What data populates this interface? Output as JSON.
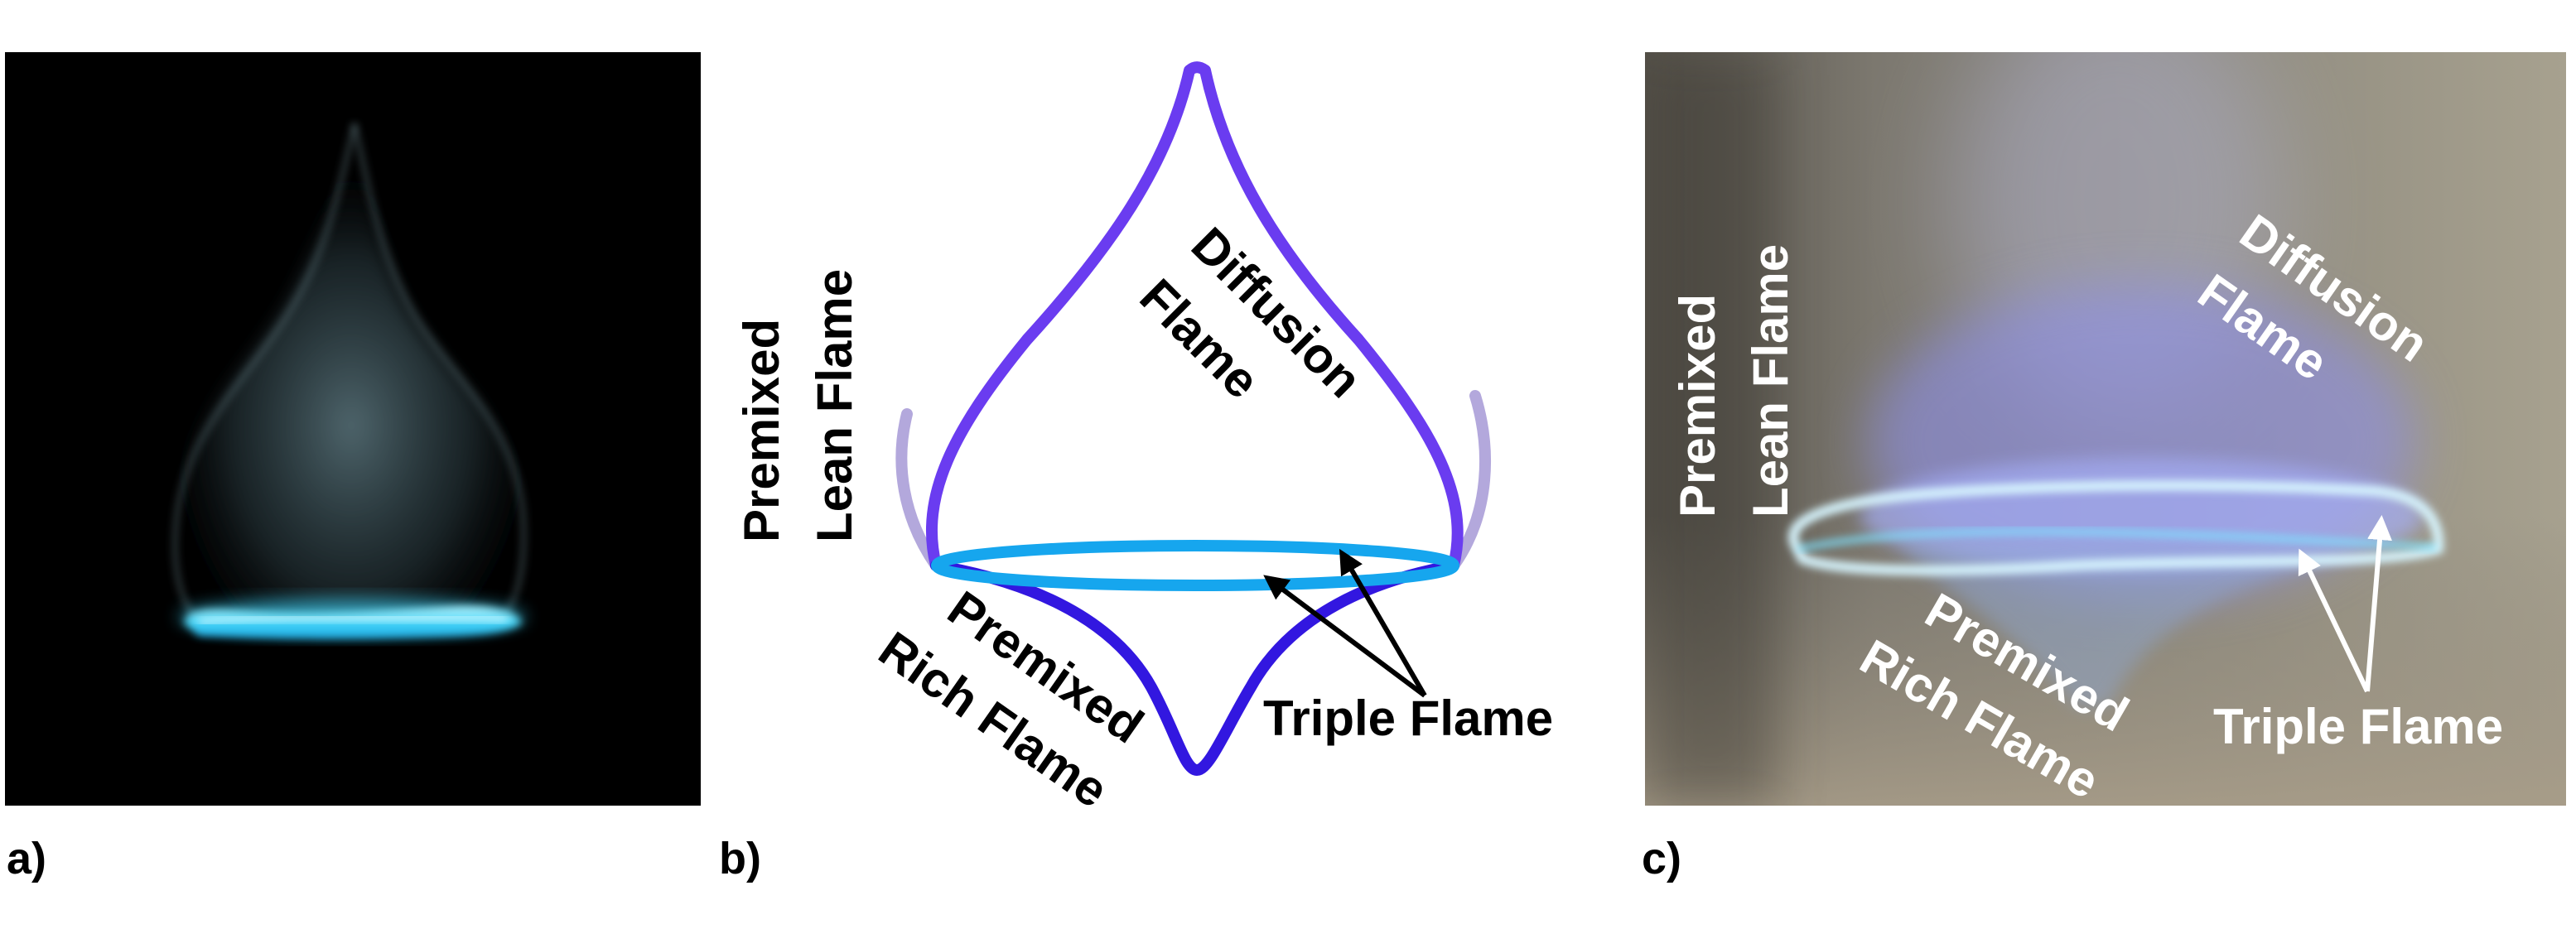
{
  "panels": {
    "a": {
      "label": "a)"
    },
    "b": {
      "label": "b)",
      "annotations": {
        "premixed_lean": [
          "Premixed",
          "Lean Flame"
        ],
        "diffusion": [
          "Diffusion",
          "Flame"
        ],
        "premixed_rich": [
          "Premixed",
          "Rich Flame"
        ],
        "triple": "Triple Flame"
      }
    },
    "c": {
      "label": "c)",
      "annotations": {
        "premixed_lean": [
          "Premixed",
          "Lean Flame"
        ],
        "diffusion": [
          "Diffusion",
          "Flame"
        ],
        "premixed_rich": [
          "Premixed",
          "Rich Flame"
        ],
        "triple": "Triple Flame"
      }
    }
  },
  "colors": {
    "photo_a_background": "#000000",
    "flame_blue_glow": "#5fe3ff",
    "diffusion_flame": "#6a3cf0",
    "premixed_rich_flame": "#3217e0",
    "premixed_lean_flame": "#b3a8dc",
    "triple_flame": "#16a6ee",
    "label_dark": "#000000",
    "label_light": "#ffffff"
  }
}
